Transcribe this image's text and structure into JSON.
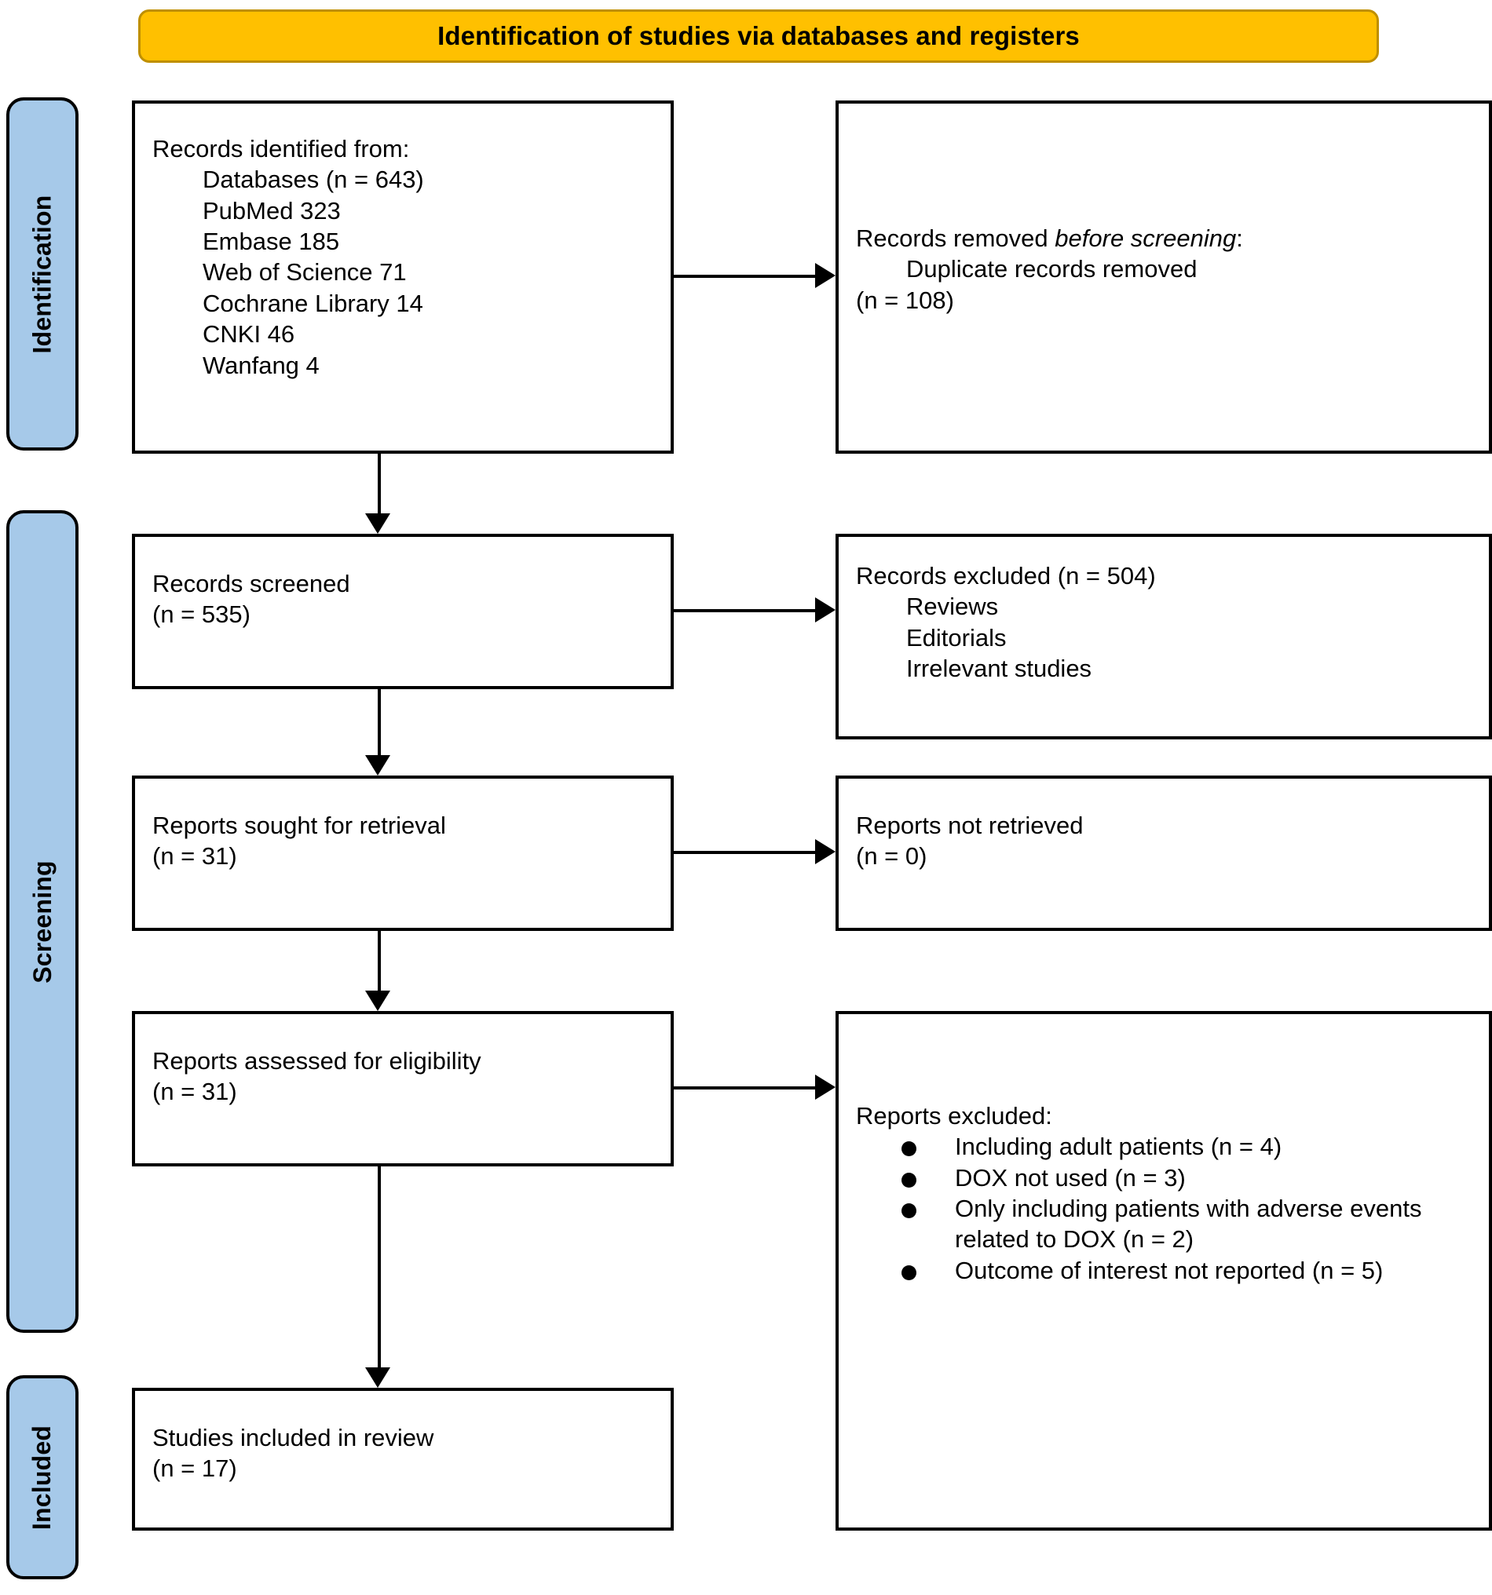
{
  "banner": {
    "title": "Identification of studies via databases and registers"
  },
  "stages": [
    {
      "key": "identification",
      "label": "Identification"
    },
    {
      "key": "screening",
      "label": "Screening"
    },
    {
      "key": "included",
      "label": "Included"
    }
  ],
  "colors": {
    "banner_fill": "#FFC000",
    "banner_border": "#BF8F00",
    "stage_fill": "#A6C9E9",
    "box_border": "#000000",
    "box_fill": "#FFFFFF"
  },
  "boxes": {
    "identified": {
      "title": "Records identified from:",
      "items": [
        "Databases (n = 643)",
        "PubMed 323",
        "Embase 185",
        "Web of Science 71",
        "Cochrane Library 14",
        "CNKI 46",
        "Wanfang 4"
      ]
    },
    "removed": {
      "line1_pre": "Records removed ",
      "line1_em": "before screening",
      "line1_post": ":",
      "line2": "Duplicate records removed",
      "line3": "(n = 108)"
    },
    "screened": {
      "line1": "Records screened",
      "line2": "(n = 535)"
    },
    "excluded": {
      "title": "Records excluded (n = 504)",
      "items": [
        "Reviews",
        "Editorials",
        "Irrelevant studies"
      ]
    },
    "sought": {
      "line1": "Reports sought for retrieval",
      "line2": "(n = 31)"
    },
    "not_retrieved": {
      "line1": "Reports not retrieved",
      "line2": "(n = 0)"
    },
    "assessed": {
      "line1": "Reports assessed for eligibility",
      "line2": "(n = 31)"
    },
    "reports_excluded": {
      "title": "Reports excluded:",
      "bullets": [
        "Including adult patients (n = 4)",
        "DOX not used (n = 3)",
        "Only including patients with adverse events related to DOX (n = 2)",
        "Outcome of interest not reported (n = 5)"
      ]
    },
    "included": {
      "line1": "Studies included in review",
      "line2": "(n = 17)"
    }
  }
}
